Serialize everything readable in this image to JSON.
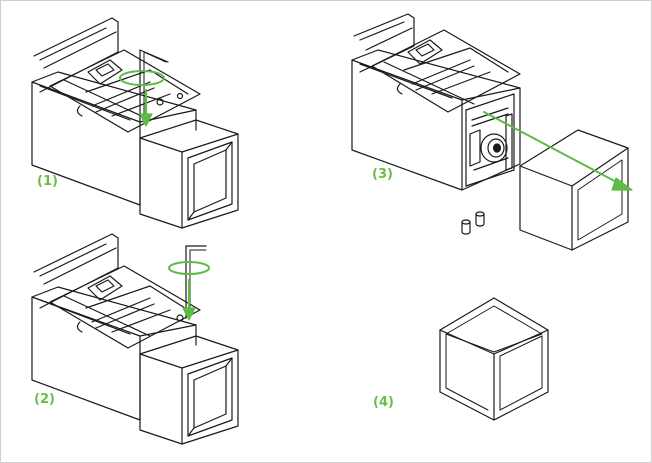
{
  "steps": [
    {
      "id": "step-1",
      "label": "(1)"
    },
    {
      "id": "step-2",
      "label": "(2)"
    },
    {
      "id": "step-3",
      "label": "(3)"
    },
    {
      "id": "step-4",
      "label": "(4)"
    }
  ],
  "colors": {
    "label": "#6cbd45",
    "arrow": "#5dbb46",
    "line": "#1a1a1a",
    "frame": "#cfcfcf"
  }
}
